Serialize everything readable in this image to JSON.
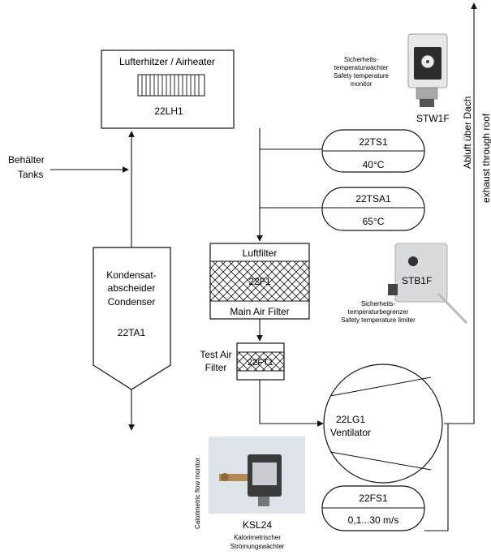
{
  "airheater": {
    "title": "Lufterhitzer / Airheater",
    "tag": "22LH1"
  },
  "inlet": {
    "line1": "Behälter",
    "line2": "Tanks"
  },
  "condenser": {
    "line1": "Kondensat-",
    "line2": "abscheider",
    "line3": "Condenser",
    "tag": "22TA1"
  },
  "ts1": {
    "tag": "22TS1",
    "value": "40°C"
  },
  "tsa1": {
    "tag": "22TSA1",
    "value": "65°C"
  },
  "main_filter": {
    "top": "Luftfilter",
    "tag": "22F1",
    "bottom": "Main Air Filter"
  },
  "test_filter": {
    "label1": "Test Air",
    "label2": "Filter",
    "tag": "22FT1"
  },
  "fan": {
    "tag": "22LG1",
    "name": "Ventilator"
  },
  "fs1": {
    "tag": "22FS1",
    "value": "0,1...30 m/s"
  },
  "exhaust": {
    "de": "Abluft über Dach",
    "en": "exhaust through roof"
  },
  "stw1f": {
    "line1": "Sicherheits-",
    "line2": "temperaturwächter",
    "line3": "Safety temperature",
    "line4": "monitor",
    "tag": "STW1F"
  },
  "stb1f": {
    "line1": "Sicherheits-",
    "line2": "temperaturbegrenzer",
    "line3": "Safety temperature limiter",
    "tag": "STB1F"
  },
  "ksl24": {
    "tag": "KSL24",
    "line1": "Kalorimetrischer",
    "line2": "Strömungswächter",
    "vertical": "Calorimetric flow monitor"
  },
  "colors": {
    "line": "#111111",
    "photo_bg": "#dfe3ea",
    "device_body": "#c9ccd0"
  }
}
